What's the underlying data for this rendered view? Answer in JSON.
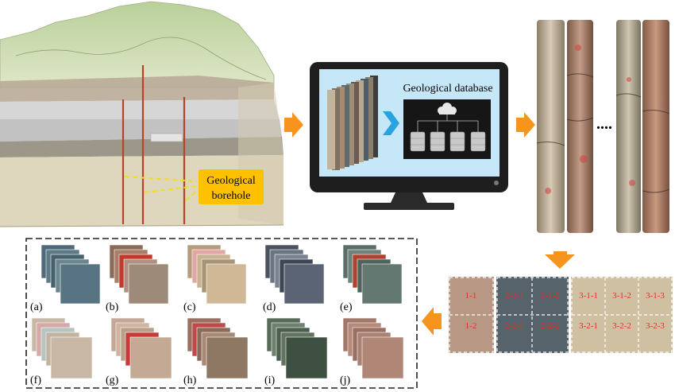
{
  "geology_block": {
    "borehole_label_line1": "Geological",
    "borehole_label_line2": "borehole"
  },
  "monitor": {
    "database_title": "Geological database"
  },
  "core_strip": {
    "ellipsis": "...."
  },
  "segmentation": {
    "cells": [
      "1-1",
      "1-2",
      "2-1-1",
      "2-1-2",
      "2-2-1",
      "2-2-2",
      "3-1-1",
      "3-1-2",
      "3-1-3",
      "3-2-1",
      "3-2-2",
      "3-2-3"
    ]
  },
  "texture_classes": {
    "labels": [
      "(a)",
      "(b)",
      "(c)",
      "(d)",
      "(e)",
      "(f)",
      "(g)",
      "(h)",
      "(i)",
      "(j)"
    ]
  },
  "colors": {
    "arrow": "#f7941d",
    "borehole_box": "#ffc000",
    "screen": "#c5e7f8",
    "cell_text": "#e0302c"
  }
}
